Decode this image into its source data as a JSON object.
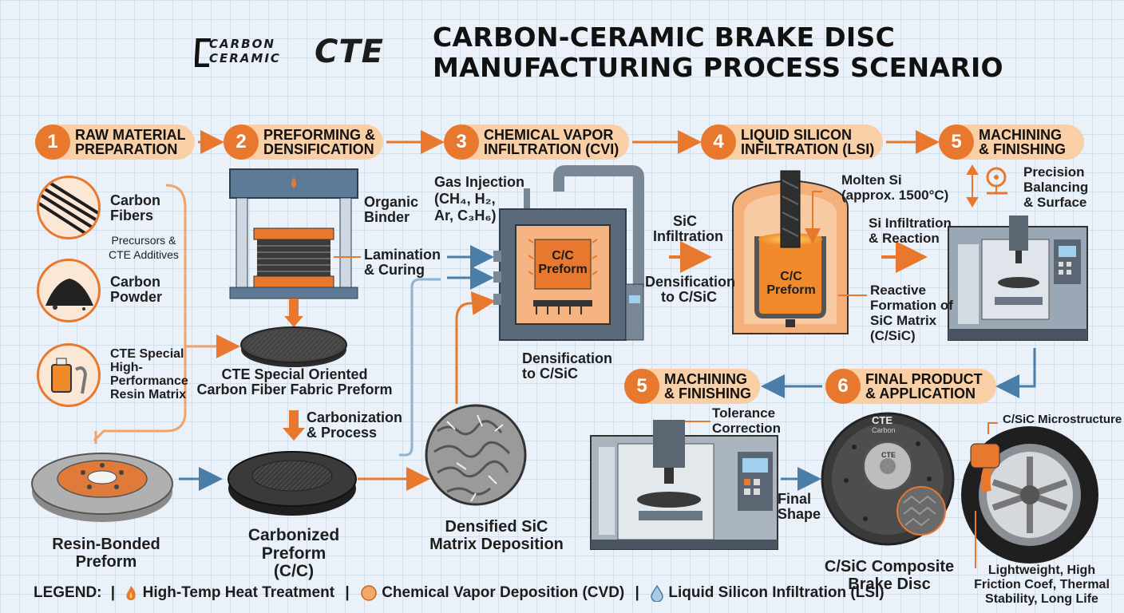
{
  "title": {
    "line1": "CARBON-CERAMIC BRAKE DISC",
    "line2": "MANUFACTURING PROCESS SCENARIO"
  },
  "logo": {
    "line1": "CARBON",
    "line2": "CERAMIC",
    "mark": "CTE"
  },
  "steps": [
    {
      "num": "1",
      "line1": "RAW MATERIAL",
      "line2": "PREPARATION"
    },
    {
      "num": "2",
      "line1": "PREFORMING &",
      "line2": "DENSIFICATION"
    },
    {
      "num": "3",
      "line1": "CHEMICAL VAPOR",
      "line2": "INFILTRATION (CVI)"
    },
    {
      "num": "4",
      "line1": "LIQUID SILICON",
      "line2": "INFILTRATION (LSI)"
    },
    {
      "num": "5",
      "line1": "MACHINING",
      "line2": "& FINISHING"
    },
    {
      "num": "5",
      "line1": "MACHINING",
      "line2": "& FINISHING"
    },
    {
      "num": "6",
      "line1": "FINAL PRODUCT",
      "line2": "& APPLICATION"
    }
  ],
  "raw": {
    "carbon_fibers": [
      "Carbon",
      "Fibers"
    ],
    "precursors": [
      "Precursors &",
      "CTE Additives"
    ],
    "carbon_powder": [
      "Carbon",
      "Powder"
    ],
    "resin": [
      "CTE Special",
      "High-",
      "Performance",
      "Resin Matrix"
    ],
    "resin_bonded": [
      "Resin-Bonded",
      "Preform"
    ]
  },
  "preform": {
    "organic_binder": [
      "Organic",
      "Binder"
    ],
    "lamination": [
      "Lamination",
      "& Curing"
    ],
    "fabric_preform": [
      "CTE Special Oriented",
      "Carbon Fiber Fabric Preform"
    ],
    "carbonization": [
      "Carbonization",
      "& Process"
    ],
    "carbonized": [
      "Carbonized Preform",
      "(C/C)"
    ]
  },
  "cvi": {
    "gas_injection": [
      "Gas Injection",
      "(CH₄, H₂,",
      "Ar, C₃H₆)"
    ],
    "chamber_label": [
      "C/C",
      "Preform"
    ],
    "densification": [
      "Densification",
      "to C/SiC"
    ],
    "densified": [
      "Densified SiC",
      "Matrix Deposition"
    ]
  },
  "lsi": {
    "sic_infiltration": [
      "SiC",
      "Infiltration"
    ],
    "densification": [
      "Densification",
      "to C/SiC"
    ],
    "molten_si": [
      "Molten Si",
      "(approx. 1500°C)"
    ],
    "crucible_label": [
      "C/C",
      "Preform"
    ],
    "si_infiltration": [
      "Si Infiltration",
      "& Reaction"
    ],
    "reactive": [
      "Reactive",
      "Formation of",
      "SiC Matrix",
      "(C/SiC)"
    ]
  },
  "machining": {
    "precision": [
      "Precision",
      "Balancing",
      "& Surface"
    ],
    "tolerance": [
      "Tolerance",
      "Correction"
    ],
    "final_shape": [
      "Final",
      "Shape"
    ]
  },
  "final": {
    "disc": [
      "C/SiC Composite",
      "Brake Disc"
    ],
    "disc_brand": [
      "CTE",
      "Carbon",
      "CTE"
    ],
    "microstructure": "C/SiC Microstructure",
    "benefits": [
      "Lightweight, High",
      "Friction Coef, Thermal",
      "Stability, Long Life"
    ]
  },
  "legend": {
    "label": "LEGEND:",
    "sep": "|",
    "items": [
      "High-Temp Heat Treatment",
      "Chemical Vapor Deposition (CVD)",
      "Liquid Silicon Infiltration (LSI)"
    ]
  },
  "colors": {
    "accent": "#e7782d",
    "step_bg": "#f9cfa6",
    "flow_blue": "#4a7ea8",
    "flow_orange": "#e7782d",
    "steel": "#5d7a96",
    "dark": "#333333"
  },
  "icons": [
    "flame-icon",
    "orange-dot-icon",
    "droplet-icon",
    "target-icon",
    "vertical-arrow-icon"
  ]
}
